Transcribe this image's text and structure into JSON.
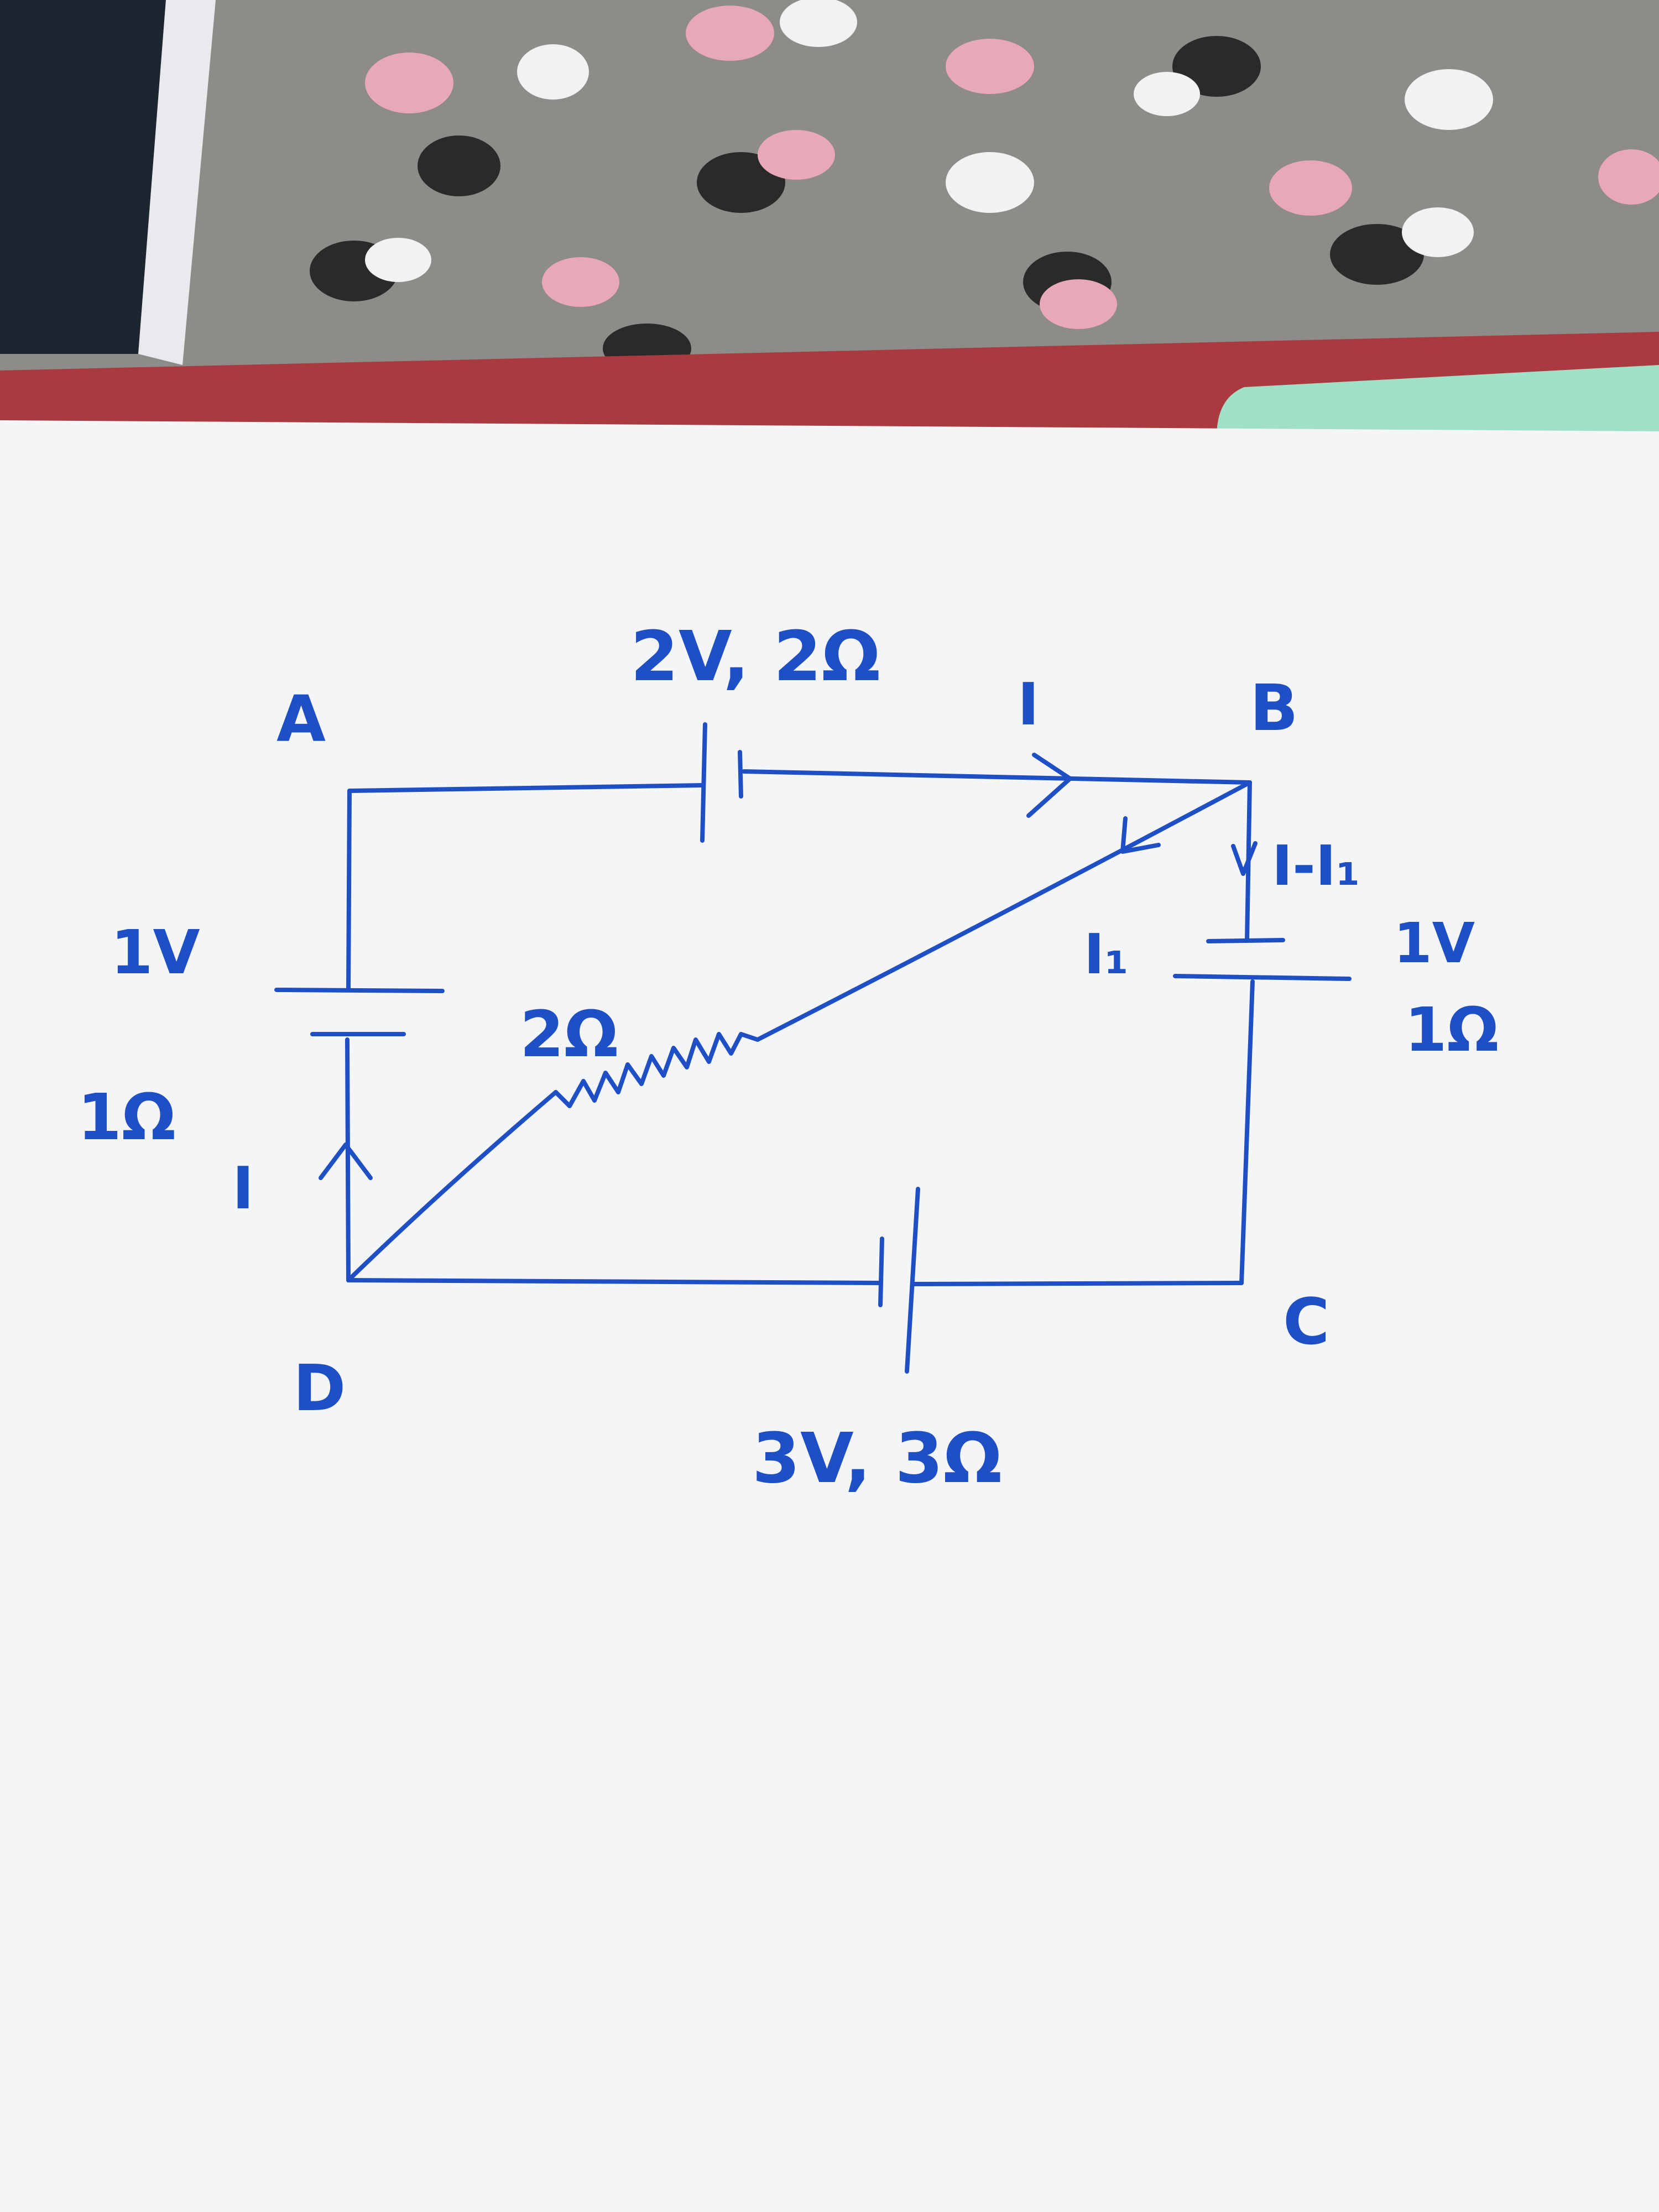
{
  "colors": {
    "ink": "#1f4fc4",
    "paper": "#f4f5f7",
    "fabric": "#8e8c89",
    "cover_red": "#a83a40",
    "tab_green": "#9fe0c6"
  },
  "circuit": {
    "nodes": {
      "a": "A",
      "b": "B",
      "c": "C",
      "d": "D"
    },
    "branch_ab": {
      "emf_label": "2V, 2Ω",
      "current_label": "I"
    },
    "branch_da": {
      "emf_label": "1V",
      "resistance_label": "1Ω",
      "current_label": "I"
    },
    "branch_bc": {
      "emf_label": "1V",
      "resistance_label": "1Ω",
      "current_label": "I-I₁"
    },
    "branch_dc": {
      "emf_label": "3V, 3Ω"
    },
    "branch_bd": {
      "resistance_label": "2Ω",
      "current_label": "I₁"
    }
  }
}
